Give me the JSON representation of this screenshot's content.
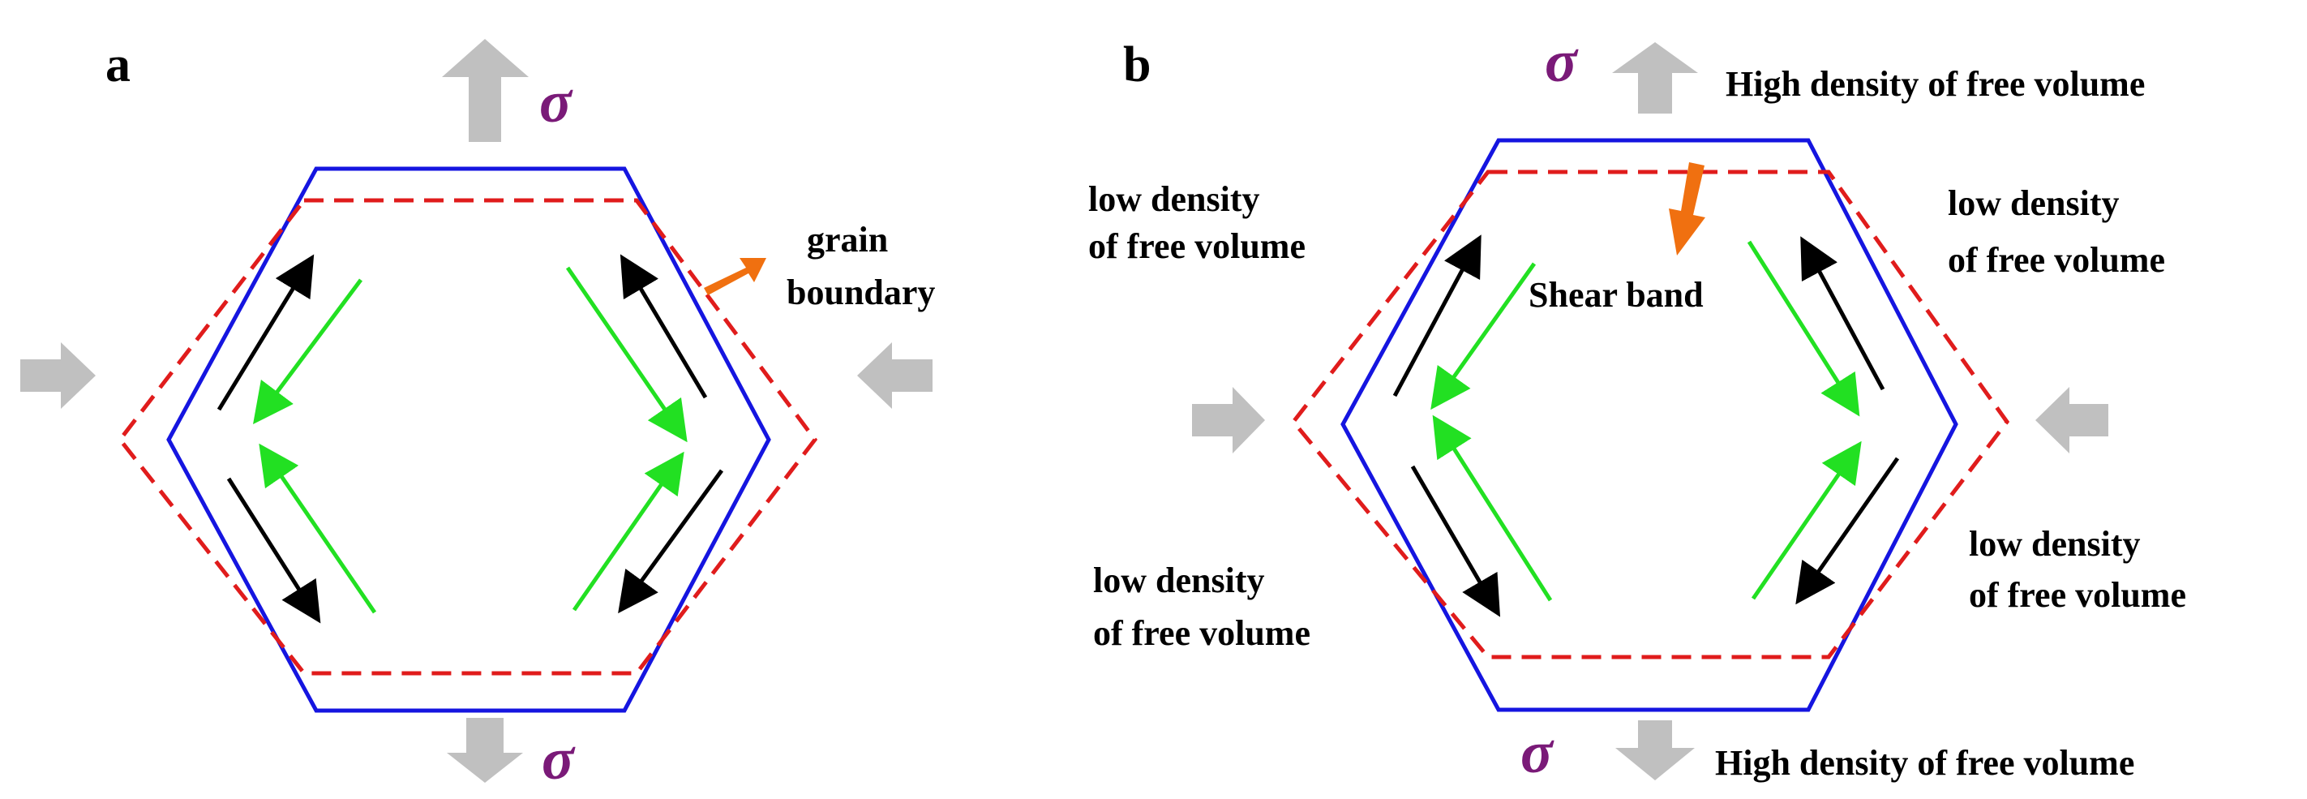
{
  "colors": {
    "grain": "#1515e0",
    "deformed": "#e01c1c",
    "green_arrow": "#22e022",
    "black_arrow": "#000000",
    "stress_arrow": "#c0c0c0",
    "pointer_arrow": "#f07010",
    "sigma": "#7a1a78"
  },
  "panel_a": {
    "label": "a",
    "sigma_top": "σ",
    "sigma_bottom": "σ",
    "grain_boundary_line1": "grain",
    "grain_boundary_line2": "boundary"
  },
  "panel_b": {
    "label": "b",
    "sigma_top": "σ",
    "sigma_bottom": "σ",
    "high_top": "High density of free volume",
    "high_bottom": "High density of free volume",
    "low_tl_1": "low density",
    "low_tl_2": "of free volume",
    "low_tr_1": "low density",
    "low_tr_2": "of free volume",
    "low_bl_1": "low density",
    "low_bl_2": "of free volume",
    "low_br_1": "low density",
    "low_br_2": "of free volume",
    "shear_band": "Shear band"
  }
}
